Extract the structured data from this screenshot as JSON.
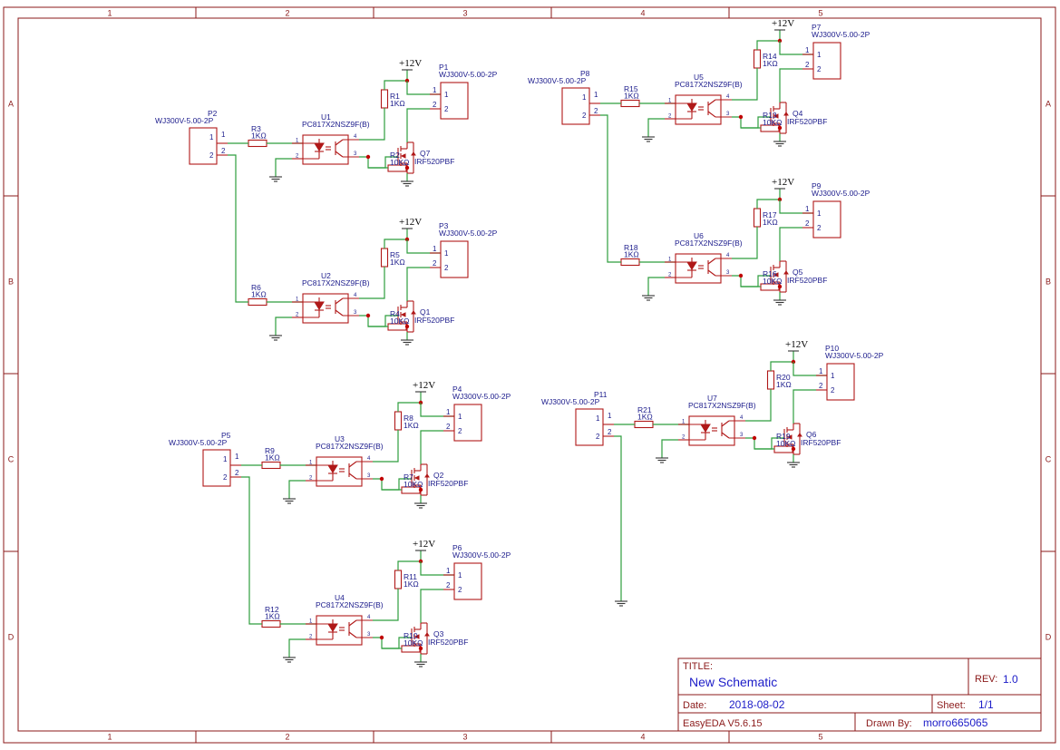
{
  "zones": {
    "columns": [
      "1",
      "2",
      "3",
      "4",
      "5"
    ],
    "rows": [
      "A",
      "B",
      "C",
      "D"
    ]
  },
  "power_label": "+12V",
  "blocks": [
    {
      "in_conn": "P2",
      "in_part": "WJ300V-5.00-2P",
      "r_in": "R3",
      "r_in_val": "1KΩ",
      "opto": "U1",
      "opto_part": "PC817X2NSZ9F(B)",
      "r_pull": "R1",
      "r_pull_val": "1KΩ",
      "r_gate": "R2",
      "r_gate_val": "10KΩ",
      "fet": "Q7",
      "fet_part": "IRF520PBF",
      "out_conn": "P1",
      "out_part": "WJ300V-5.00-2P"
    },
    {
      "in_conn": "",
      "in_part": "",
      "r_in": "R6",
      "r_in_val": "1KΩ",
      "opto": "U2",
      "opto_part": "PC817X2NSZ9F(B)",
      "r_pull": "R5",
      "r_pull_val": "1KΩ",
      "r_gate": "R4",
      "r_gate_val": "10KΩ",
      "fet": "Q1",
      "fet_part": "IRF520PBF",
      "out_conn": "P3",
      "out_part": "WJ300V-5.00-2P"
    },
    {
      "in_conn": "P5",
      "in_part": "WJ300V-5.00-2P",
      "r_in": "R9",
      "r_in_val": "1KΩ",
      "opto": "U3",
      "opto_part": "PC817X2NSZ9F(B)",
      "r_pull": "R8",
      "r_pull_val": "1KΩ",
      "r_gate": "R7",
      "r_gate_val": "10KΩ",
      "fet": "Q2",
      "fet_part": "IRF520PBF",
      "out_conn": "P4",
      "out_part": "WJ300V-5.00-2P"
    },
    {
      "in_conn": "",
      "in_part": "",
      "r_in": "R12",
      "r_in_val": "1KΩ",
      "opto": "U4",
      "opto_part": "PC817X2NSZ9F(B)",
      "r_pull": "R11",
      "r_pull_val": "1KΩ",
      "r_gate": "R10",
      "r_gate_val": "10KΩ",
      "fet": "Q3",
      "fet_part": "IRF520PBF",
      "out_conn": "P6",
      "out_part": "WJ300V-5.00-2P"
    },
    {
      "in_conn": "P8",
      "in_part": "WJ300V-5.00-2P",
      "r_in": "R15",
      "r_in_val": "1KΩ",
      "opto": "U5",
      "opto_part": "PC817X2NSZ9F(B)",
      "r_pull": "R14",
      "r_pull_val": "1KΩ",
      "r_gate": "R13",
      "r_gate_val": "10KΩ",
      "fet": "Q4",
      "fet_part": "IRF520PBF",
      "out_conn": "P7",
      "out_part": "WJ300V-5.00-2P"
    },
    {
      "in_conn": "",
      "in_part": "",
      "r_in": "R18",
      "r_in_val": "1KΩ",
      "opto": "U6",
      "opto_part": "PC817X2NSZ9F(B)",
      "r_pull": "R17",
      "r_pull_val": "1KΩ",
      "r_gate": "R16",
      "r_gate_val": "10KΩ",
      "fet": "Q5",
      "fet_part": "IRF520PBF",
      "out_conn": "P9",
      "out_part": "WJ300V-5.00-2P"
    },
    {
      "in_conn": "P11",
      "in_part": "WJ300V-5.00-2P",
      "r_in": "R21",
      "r_in_val": "1KΩ",
      "opto": "U7",
      "opto_part": "PC817X2NSZ9F(B)",
      "r_pull": "R20",
      "r_pull_val": "1KΩ",
      "r_gate": "R19",
      "r_gate_val": "10KΩ",
      "fet": "Q6",
      "fet_part": "IRF520PBF",
      "out_conn": "P10",
      "out_part": "WJ300V-5.00-2P"
    }
  ],
  "pins": {
    "one": "1",
    "two": "2",
    "three": "3",
    "four": "4"
  },
  "title_block": {
    "title_label": "TITLE:",
    "title": "New Schematic",
    "rev_label": "REV:",
    "rev": "1.0",
    "date_label": "Date:",
    "date": "2018-08-02",
    "sheet_label": "Sheet:",
    "sheet": "1/1",
    "tool": "EasyEDA V5.6.15",
    "drawn_label": "Drawn By:",
    "drawn_by": "morro665065"
  }
}
